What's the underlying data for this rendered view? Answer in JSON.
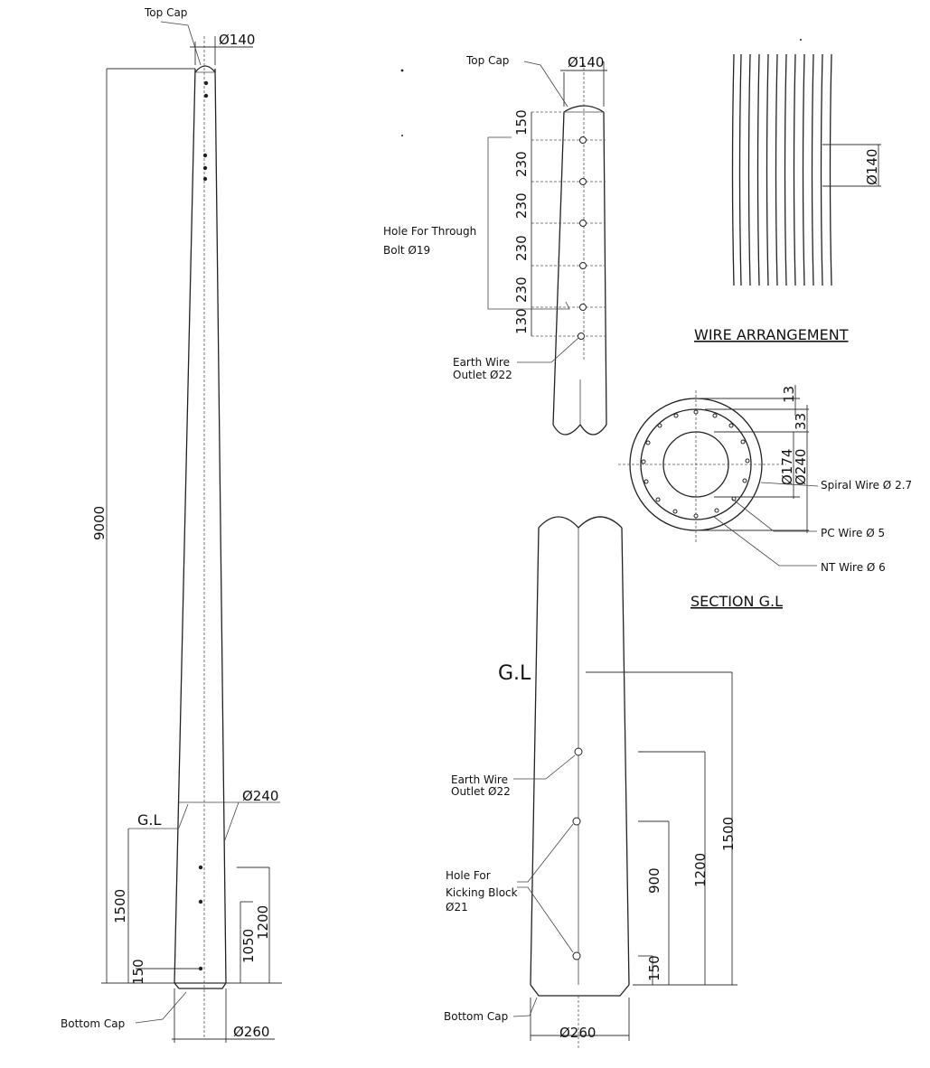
{
  "elevation": {
    "top_cap": "Top Cap",
    "top_dia": "Ø140",
    "length": "9000",
    "gl": "G.L",
    "gl_dia": "Ø240",
    "d1500": "1500",
    "d150": "150",
    "d1050": "1050",
    "d1200": "1200",
    "bottom_cap": "Bottom Cap",
    "bottom_dia": "Ø260"
  },
  "top_detail": {
    "top_cap": "Top Cap",
    "top_dia": "Ø140",
    "spacings": [
      "150",
      "230",
      "230",
      "230",
      "230",
      "130"
    ],
    "hole_label_1": "Hole For Through",
    "hole_label_2": "Bolt Ø19",
    "earth_label_1": "Earth Wire",
    "earth_label_2": "Outlet Ø22"
  },
  "wire_arrangement": {
    "title": "WIRE ARRANGEMENT",
    "dia": "Ø140"
  },
  "section": {
    "title": "SECTION G.L",
    "d13": "13",
    "d33": "33",
    "d240": "Ø240",
    "d174": "Ø174",
    "spiral": "Spiral Wire Ø 2.7",
    "pc": "PC Wire Ø 5",
    "nt": "NT Wire Ø 6"
  },
  "bottom_detail": {
    "gl": "G.L",
    "earth_label_1": "Earth Wire",
    "earth_label_2": "Outlet Ø22",
    "kick_label_1": "Hole For",
    "kick_label_2": "Kicking Block",
    "kick_label_3": "Ø21",
    "d150": "150",
    "d900": "900",
    "d1200": "1200",
    "d1500": "1500",
    "bottom_cap": "Bottom Cap",
    "bottom_dia": "Ø260"
  }
}
